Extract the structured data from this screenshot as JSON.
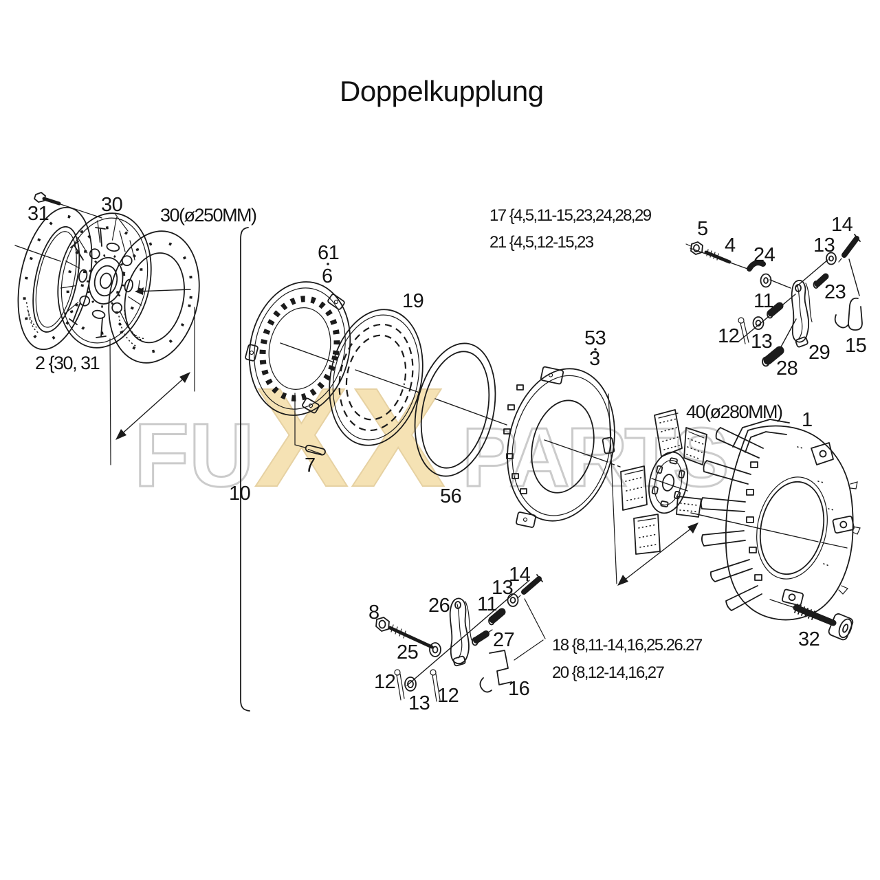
{
  "title": "Doppelkupplung",
  "watermark": {
    "fu": "FU",
    "xx": "XX",
    "parts": "PARTS",
    "tan_color": "#f5e2b4",
    "outline_color": "#cbcbcb"
  },
  "annotations": {
    "d250": "30(ø250MM)",
    "d280": "40(ø280MM)",
    "group2": "2 {30, 31",
    "group17": "17 {4,5,11-15,23,24,28,29",
    "group21": "21 {4,5,12-15,23",
    "group18": "18 {8,11-14,16,25.26.27",
    "group20": "20 {8,12-14,16,27"
  },
  "part_labels": {
    "p31": "31",
    "p30": "30",
    "p10": "10",
    "p61": "61",
    "p6": "6",
    "p7": "7",
    "p19": "19",
    "p56": "56",
    "p53": "53",
    "p3": "3",
    "p5": "5",
    "p4": "4",
    "p24": "24",
    "p14a": "14",
    "p13a": "13",
    "p23": "23",
    "p11a": "11",
    "p12a": "12",
    "p13b": "13",
    "p29": "29",
    "p15": "15",
    "p28": "28",
    "p1": "1",
    "p32": "32",
    "p8": "8",
    "p25": "25",
    "p26": "26",
    "p11b": "11",
    "p13c": "13",
    "p14b": "14",
    "p27": "27",
    "p12b": "12",
    "p13d": "13",
    "p12c": "12",
    "p16": "16"
  }
}
